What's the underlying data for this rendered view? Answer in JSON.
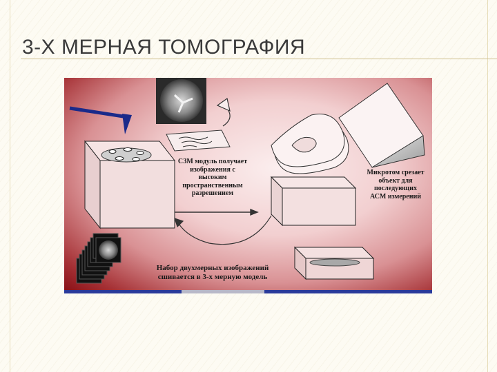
{
  "slide": {
    "title": "3-Х МЕРНАЯ ТОМОГРАФИЯ"
  },
  "diagram": {
    "sem_caption": [
      "СЗМ модуль получает",
      "изображения с",
      "высоким",
      "пространственным",
      "разрешением"
    ],
    "microtome_caption": [
      "Микротом срезает",
      "объект для",
      "последующих",
      "АСМ измерений"
    ],
    "stack_caption": [
      "Набор двухмерных изображений",
      "сшивается в 3-х мерную модель"
    ]
  }
}
